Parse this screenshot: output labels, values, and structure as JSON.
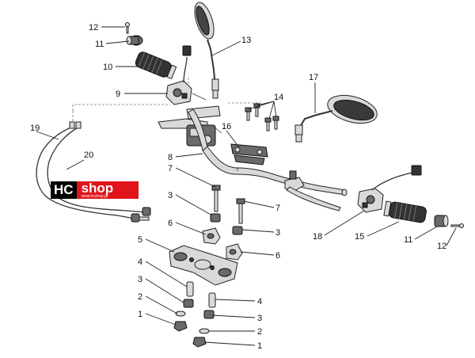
{
  "brand": {
    "part1": "HC",
    "part2": "shop",
    "url": "www.hcshop.gr"
  },
  "callouts": {
    "c12a": "12",
    "c11a": "11",
    "c10": "10",
    "c9": "9",
    "c13": "13",
    "c17": "17",
    "c14": "14",
    "c16": "16",
    "c19": "19",
    "c20": "20",
    "c8": "8",
    "c7a": "7",
    "c3a": "3",
    "c6a": "6",
    "c7b": "7",
    "c3b": "3",
    "c6b": "6",
    "c5": "5",
    "c4a": "4",
    "c3c": "3",
    "c2a": "2",
    "c1a": "1",
    "c4b": "4",
    "c3d": "3",
    "c2b": "2",
    "c1b": "1",
    "c18": "18",
    "c15": "15",
    "c11b": "11",
    "c12b": "12"
  }
}
